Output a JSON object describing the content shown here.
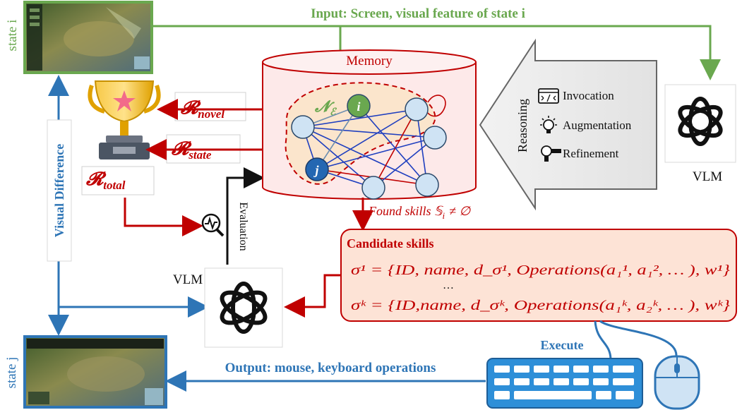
{
  "state_i": {
    "label": "state i"
  },
  "state_j": {
    "label": "state j"
  },
  "input_label": "Input: Screen, visual feature of state i",
  "output_label": "Output: mouse, keyboard operations",
  "memory": {
    "title": "Memory",
    "neighbor_symbol": "𝓝",
    "neighbor_sub": "ℰ",
    "node_i": "i",
    "node_j": "j"
  },
  "rewards": {
    "novel": "𝓡",
    "novel_sub": "novel",
    "state": "𝓡",
    "state_sub": "state",
    "total": "𝓡",
    "total_sub": "total"
  },
  "visual_difference": "Visual Difference",
  "evaluation": "Evaluation",
  "found_skills": "Found skills 𝕊",
  "found_skills_sub": "i",
  "found_skills_tail": "≠ ∅",
  "reasoning": {
    "title": "Reasoning",
    "items": [
      {
        "label": "Invocation",
        "icon": "code-icon"
      },
      {
        "label": "Augmentation",
        "icon": "lightbulb-icon"
      },
      {
        "label": "Refinement",
        "icon": "key-bulb-icon"
      }
    ]
  },
  "vlm_right": "VLM",
  "vlm_left": "VLM",
  "candidate": {
    "title": "Candidate skills",
    "row1": "σ¹ = {ID, name, d_σ¹, Operations(a₁¹, a₁², … ), w¹}",
    "dots": "…",
    "rowk": "σᵏ = {ID,name, d_σᵏ, Operations(a₁ᵏ, a₂ᵏ, … ), wᵏ}"
  },
  "execute": "Execute",
  "colors": {
    "green": "#6aa84f",
    "blue": "#2e75b6",
    "red": "#c00000",
    "memory_fill": "#fde9e9",
    "cluster_fill": "#fbe5cc",
    "node_fill": "#cfe3f4",
    "candidate_fill": "#fde3d6",
    "keyboard": "#2e8fd8",
    "gold": "#f2b705"
  }
}
